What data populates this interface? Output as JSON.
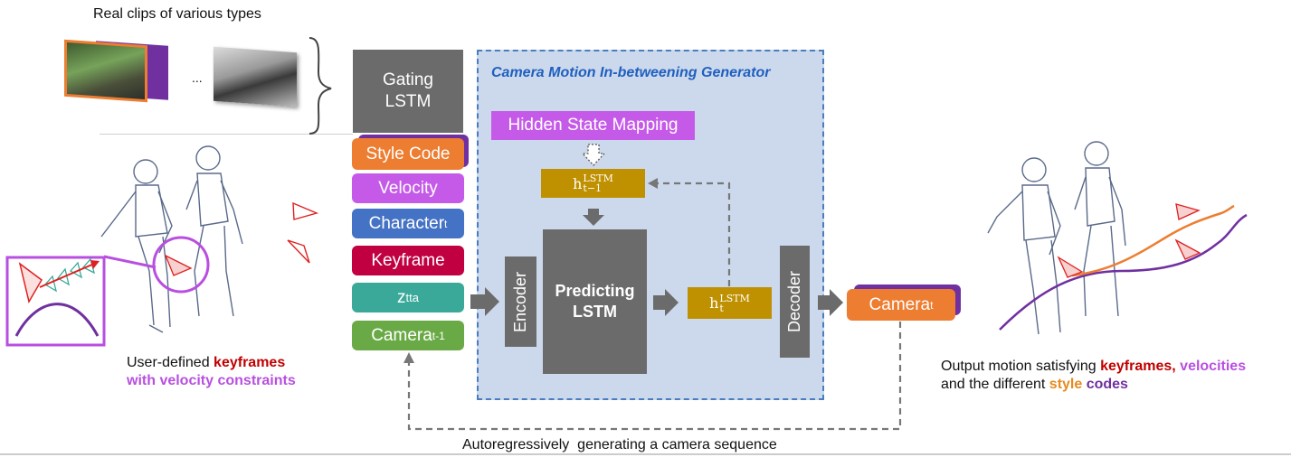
{
  "real_clips_label": "Real clips of various types",
  "clips_ellipsis": "...",
  "gating_lstm": "Gating LSTM",
  "generator_title": "Camera Motion In-betweening Generator",
  "hidden_state_mapping": "Hidden State Mapping",
  "inputs": {
    "style_code": "Style Code",
    "velocity": "Velocity",
    "character": "Character",
    "character_sub": "t",
    "keyframe": "Keyframe",
    "ztta": "z",
    "ztta_sub": "tta",
    "camera_prev": "Camera",
    "camera_prev_sub": "t-1"
  },
  "encoder": "Encoder",
  "predicting_lstm": "Predicting LSTM",
  "decoder": "Decoder",
  "h_prev": {
    "base": "h",
    "sup": "LSTM",
    "sub": "t−1"
  },
  "h_curr": {
    "base": "h",
    "sup": "LSTM",
    "sub": "t"
  },
  "camera_out": "Camera",
  "camera_out_sub": "t",
  "left_caption": {
    "line1_pre": "User-defined ",
    "line1_hl": "keyframes",
    "line2": "with velocity constraints"
  },
  "right_caption": {
    "line1_pre": "Output motion satisfying ",
    "line1_hl1": "keyframes,",
    "line1_hl2": " velocities",
    "line2_pre": "and the different ",
    "line2_hl1": "style",
    "line2_hl2": " codes"
  },
  "bottom_label": "Autoregressively  generating a camera sequence",
  "colors": {
    "style_code": "#ed7d31",
    "velocity": "#c55ae8",
    "character": "#4472c4",
    "keyframe": "#c00040",
    "ztta": "#3aa99a",
    "camera_prev": "#6aaa46",
    "camera_out": "#ed7d31",
    "hidden_state": "#c55ae8",
    "h_box": "#bf9000",
    "keyframe_text": "#c00000",
    "velocity_text": "#b84fe0",
    "style_text": "#e68a1f",
    "codes_text": "#7030a0"
  }
}
